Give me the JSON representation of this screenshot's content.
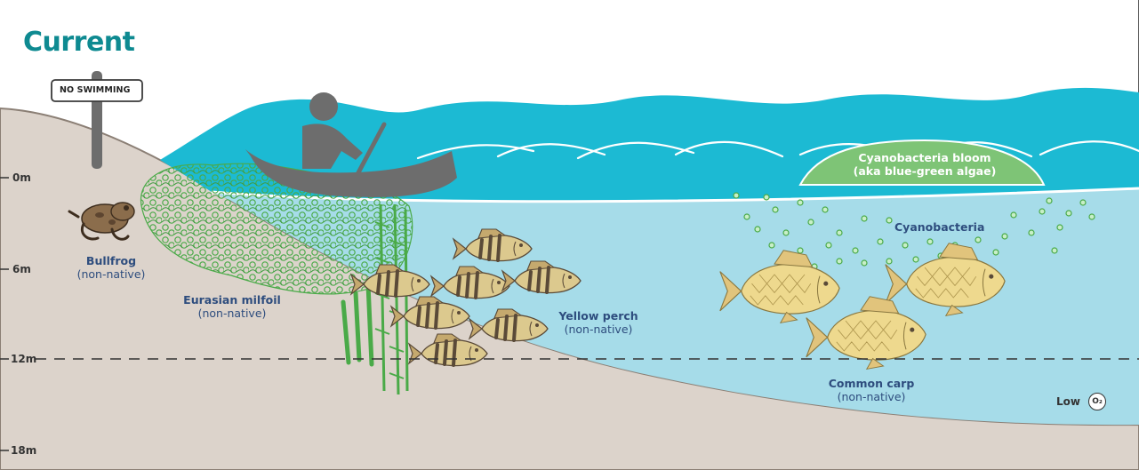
{
  "title": "Current",
  "sign": {
    "text": "NO SWIMMING"
  },
  "depth_markers": [
    "0m",
    "6m",
    "12m",
    "18m"
  ],
  "bloom": {
    "line1": "Cyanobacteria bloom",
    "line2": "(aka blue-green algae)"
  },
  "species": {
    "bullfrog": {
      "name": "Bullfrog",
      "status": "(non-native)"
    },
    "milfoil": {
      "name": "Eurasian milfoil",
      "status": "(non-native)"
    },
    "perch": {
      "name": "Yellow perch",
      "status": "(non-native)"
    },
    "cyanobacteria": {
      "name": "Cyanobacteria"
    },
    "carp": {
      "name": "Common carp",
      "status": "(non-native)"
    }
  },
  "oxygen": {
    "label": "Low",
    "badge": "O₂"
  },
  "colors": {
    "surface_water": "#1cbad3",
    "deep_water": "#a6dce9",
    "lake_bed": "#dcd3cb",
    "milfoil": "#4aaa48",
    "bloom": "#7ec476",
    "title": "#0e8a91",
    "label": "#2e4d7e"
  }
}
